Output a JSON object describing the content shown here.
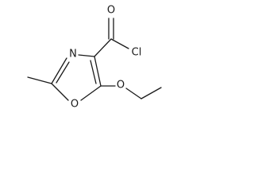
{
  "molecule": {
    "atoms": {
      "carbonyl_oxygen": "O",
      "chlorine": "Cl",
      "ring_nitrogen": "N",
      "ring_oxygen": "O",
      "ether_oxygen": "O"
    }
  },
  "colors": {
    "bond": "#1a1a1a",
    "text": "#1a1a1a",
    "background": "#ffffff"
  }
}
